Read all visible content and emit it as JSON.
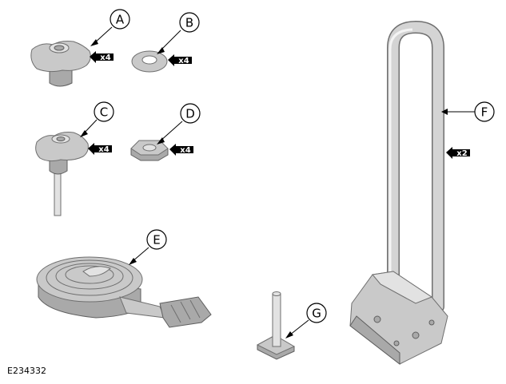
{
  "callouts": {
    "a": "A",
    "b": "B",
    "c": "C",
    "d": "D",
    "e": "E",
    "f": "F",
    "g": "G"
  },
  "quantities": {
    "a": "x4",
    "b": "x4",
    "c": "x4",
    "d": "x4",
    "f": "x2"
  },
  "reference_code": "E234332",
  "colors": {
    "part_fill": "#d4d4d4",
    "part_outline": "#6f6f6f",
    "arrow_fill": "#000000"
  }
}
